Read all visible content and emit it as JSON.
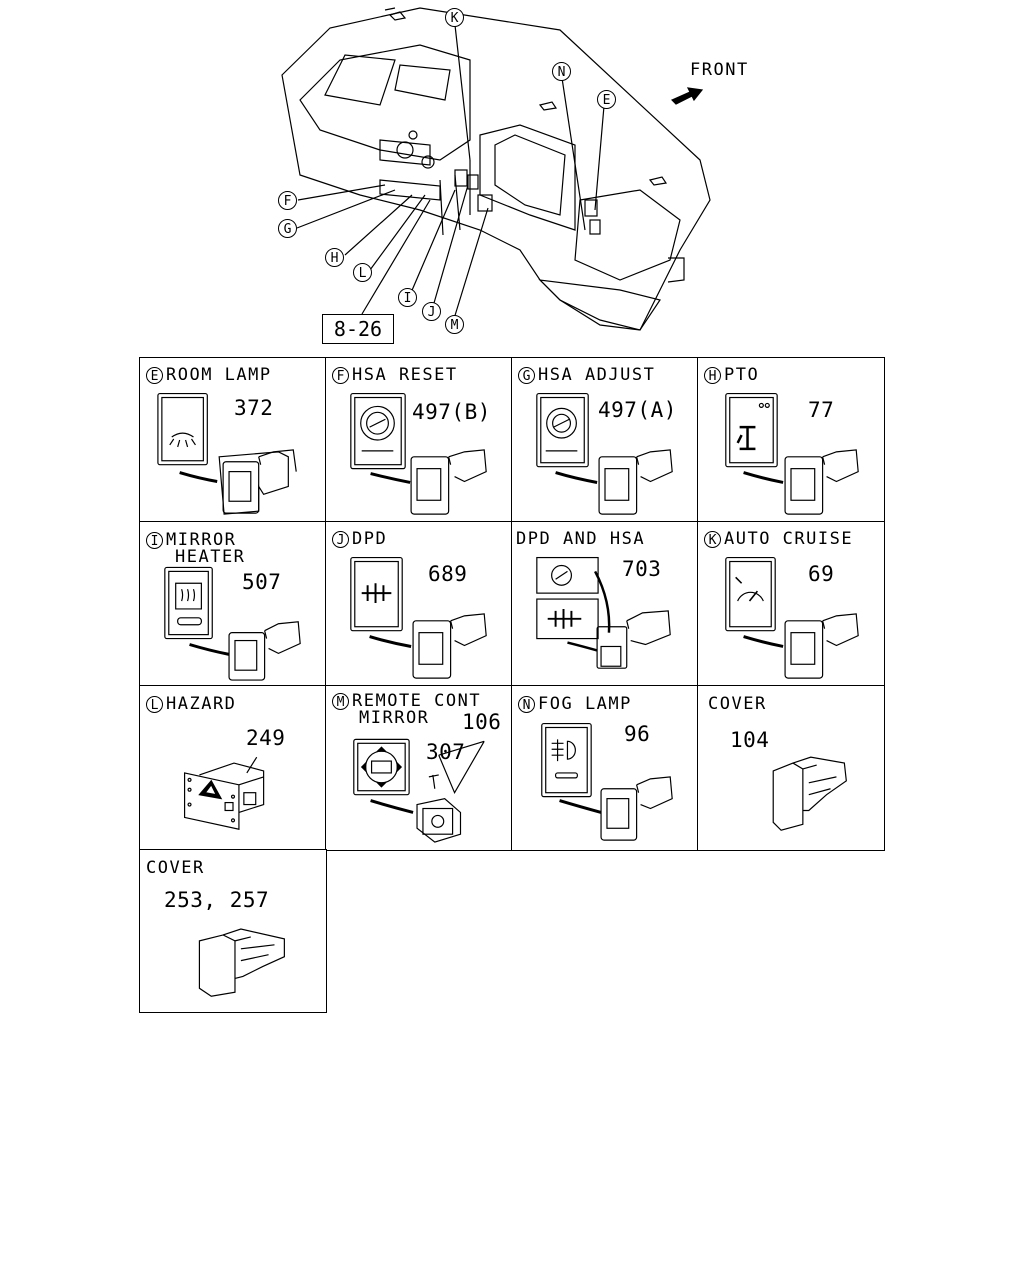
{
  "overview": {
    "front_label": "FRONT",
    "reference": "8-26",
    "callouts": [
      "K",
      "N",
      "E",
      "F",
      "G",
      "H",
      "L",
      "I",
      "J",
      "M"
    ]
  },
  "cells": [
    {
      "letter": "E",
      "title": "ROOM LAMP",
      "title2": "",
      "part": "372",
      "icon": "room-lamp-icon"
    },
    {
      "letter": "F",
      "title": "HSA RESET",
      "title2": "",
      "part": "497(B)",
      "icon": "hsa-reset-icon"
    },
    {
      "letter": "G",
      "title": "HSA ADJUST",
      "title2": "",
      "part": "497(A)",
      "icon": "hsa-adjust-icon"
    },
    {
      "letter": "H",
      "title": "PTO",
      "title2": "",
      "part": "77",
      "icon": "pto-icon"
    },
    {
      "letter": "I",
      "title": "MIRROR",
      "title2": "HEATER",
      "part": "507",
      "icon": "mirror-heater-icon"
    },
    {
      "letter": "J",
      "title": "DPD",
      "title2": "",
      "part": "689",
      "icon": "dpd-icon"
    },
    {
      "letter": "",
      "title": "DPD AND HSA",
      "title2": "",
      "part": "703",
      "icon": "dpd-hsa-icon"
    },
    {
      "letter": "K",
      "title": "AUTO CRUISE",
      "title2": "",
      "part": "69",
      "icon": "auto-cruise-icon"
    },
    {
      "letter": "L",
      "title": "HAZARD",
      "title2": "",
      "part": "249",
      "icon": "hazard-icon"
    },
    {
      "letter": "M",
      "title": "REMOTE CONT",
      "title2": "MIRROR",
      "part": "106",
      "part2": "307",
      "icon": "remote-mirror-icon"
    },
    {
      "letter": "N",
      "title": "FOG LAMP",
      "title2": "",
      "part": "96",
      "icon": "fog-lamp-icon"
    },
    {
      "letter": "",
      "title": "COVER",
      "title2": "",
      "part": "104",
      "icon": "cover-icon"
    },
    {
      "letter": "",
      "title": "COVER",
      "title2": "",
      "part": "253, 257",
      "icon": "cover-icon"
    }
  ]
}
